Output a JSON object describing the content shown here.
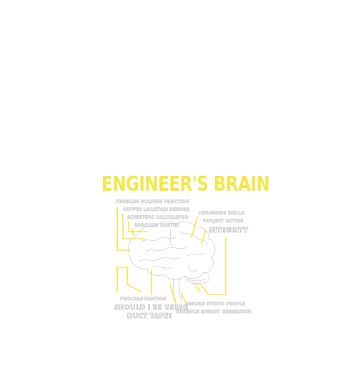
{
  "title": "ENGINEER'S BRAIN",
  "labels": {
    "l1": "PROBLEM SOLVING FUNCTION",
    "l2": "COFFEE LOCATION SENSOR",
    "l3": "SCIENTIFIC CALCULATOR",
    "l4": "SARCASM CORTEX",
    "r1": "DESIGNING SKILLS",
    "r2": "PROJECT ACTIVE",
    "r3": "INTEGRITY",
    "b1": "PROCRASTINATION",
    "b2": "SHOULD I BE USING",
    "b3": "DUCT TAPE?",
    "b4": "IGNORE STUPID PEOPLE",
    "b5": "PATIENCE ENERGY GENERATOR"
  },
  "colors": {
    "accent": "#f3e84a",
    "lines": "#f3e84a",
    "brain_outline": "#c8c8c8"
  }
}
